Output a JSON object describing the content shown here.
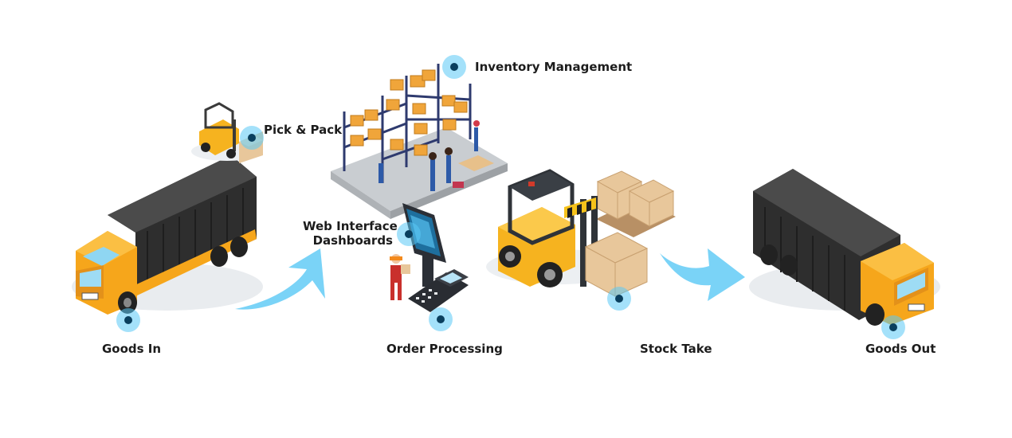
{
  "stages": {
    "goods_in": "Goods In",
    "pick_pack": "Pick & Pack",
    "inventory_management": "Inventory Management",
    "web_interface_line1": "Web Interface",
    "web_interface_line2": "Dashboards",
    "order_processing": "Order Processing",
    "stock_take": "Stock Take",
    "goods_out": "Goods Out"
  },
  "colors": {
    "truck_yellow": "#f6a61b",
    "container_dark": "#3a3a3a",
    "arrow_blue": "#6fd0f7",
    "marker_blue": "#5ac8f5",
    "marker_dot": "#0a3f5e",
    "box_tan": "#e8c79b"
  }
}
